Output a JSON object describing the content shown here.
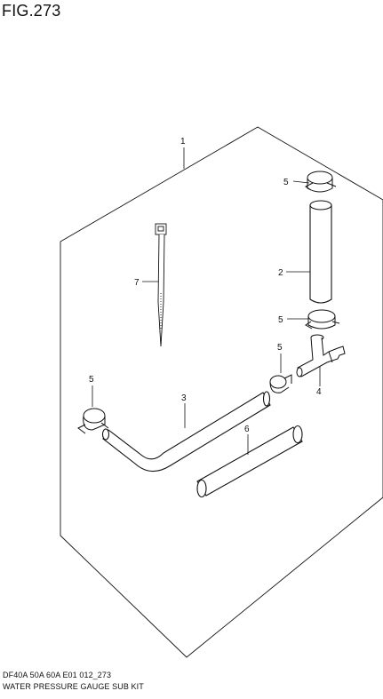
{
  "figure": {
    "title": "FIG.273"
  },
  "callouts": {
    "kit": "1",
    "hose_straight": "2",
    "hose_bent": "3",
    "joint": "4",
    "clip_top": "5",
    "clip_mid": "5",
    "clip_joint": "5",
    "clip_left": "5",
    "hose_long": "6",
    "tie": "7"
  },
  "footer": {
    "model_code": "DF40A 50A 60A E01 012_273",
    "kit_name": "WATER PRESSURE GAUGE SUB KIT"
  }
}
